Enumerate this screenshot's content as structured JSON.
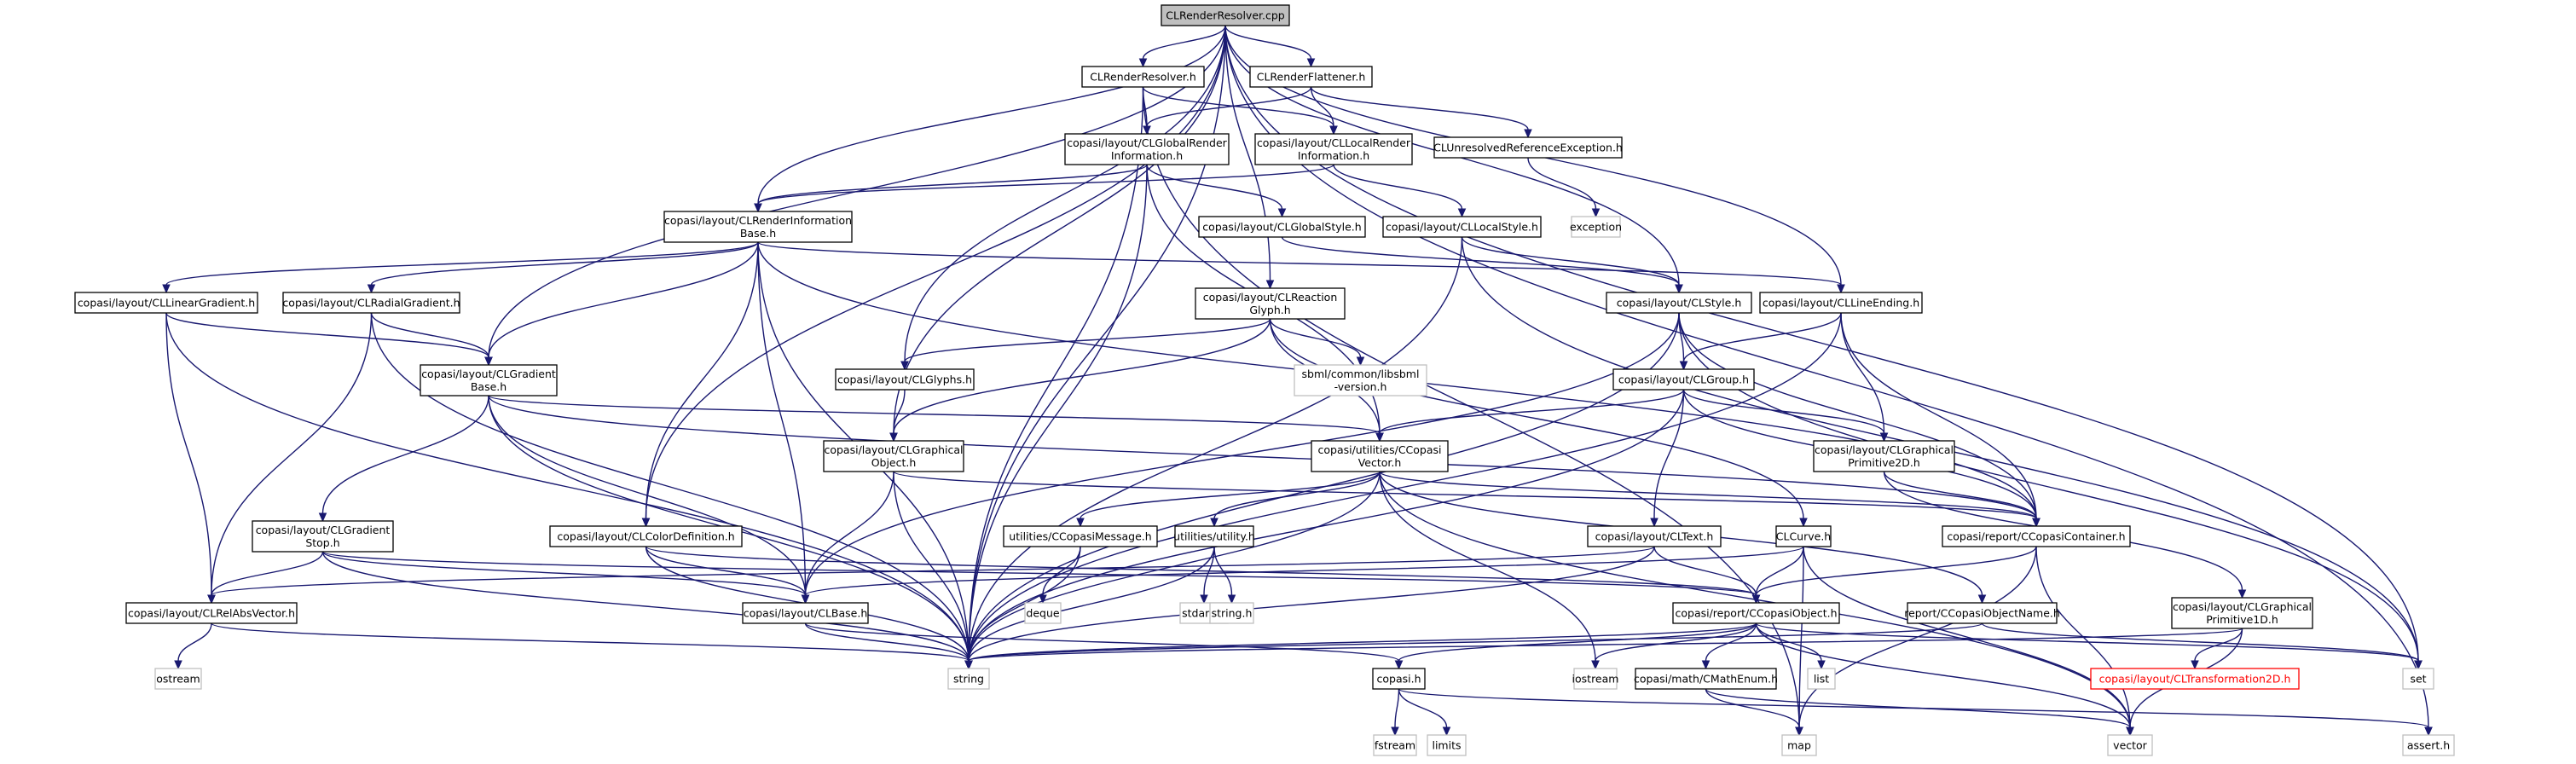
{
  "colors": {
    "edge": "#191970",
    "root_fill": "#bfbfbf",
    "system_border": "#bfbfbf",
    "missing": "#ff0000"
  },
  "nodes": [
    {
      "id": "root",
      "lines": [
        "CLRenderResolver.cpp"
      ],
      "kind": "root"
    },
    {
      "id": "resolver_h",
      "lines": [
        "CLRenderResolver.h"
      ],
      "kind": "internal"
    },
    {
      "id": "flattener_h",
      "lines": [
        "CLRenderFlattener.h"
      ],
      "kind": "internal"
    },
    {
      "id": "global_render_info",
      "lines": [
        "copasi/layout/CLGlobalRender",
        "Information.h"
      ],
      "kind": "internal"
    },
    {
      "id": "local_render_info",
      "lines": [
        "copasi/layout/CLLocalRender",
        "Information.h"
      ],
      "kind": "internal"
    },
    {
      "id": "unresolved_ex",
      "lines": [
        "CLUnresolvedReferenceException.h"
      ],
      "kind": "internal"
    },
    {
      "id": "exception",
      "lines": [
        "exception"
      ],
      "kind": "system"
    },
    {
      "id": "render_info_base",
      "lines": [
        "copasi/layout/CLRenderInformation",
        "Base.h"
      ],
      "kind": "internal"
    },
    {
      "id": "global_style",
      "lines": [
        "copasi/layout/CLGlobalStyle.h"
      ],
      "kind": "internal"
    },
    {
      "id": "local_style",
      "lines": [
        "copasi/layout/CLLocalStyle.h"
      ],
      "kind": "internal"
    },
    {
      "id": "linear_gradient",
      "lines": [
        "copasi/layout/CLLinearGradient.h"
      ],
      "kind": "internal"
    },
    {
      "id": "radial_gradient",
      "lines": [
        "copasi/layout/CLRadialGradient.h"
      ],
      "kind": "internal"
    },
    {
      "id": "reaction_glyph",
      "lines": [
        "copasi/layout/CLReaction",
        "Glyph.h"
      ],
      "kind": "internal"
    },
    {
      "id": "style_h",
      "lines": [
        "copasi/layout/CLStyle.h"
      ],
      "kind": "internal"
    },
    {
      "id": "line_ending",
      "lines": [
        "copasi/layout/CLLineEnding.h"
      ],
      "kind": "internal"
    },
    {
      "id": "gradient_base",
      "lines": [
        "copasi/layout/CLGradient",
        "Base.h"
      ],
      "kind": "internal"
    },
    {
      "id": "glyphs",
      "lines": [
        "copasi/layout/CLGlyphs.h"
      ],
      "kind": "internal"
    },
    {
      "id": "sbml_version",
      "lines": [
        "sbml/common/libsbml",
        "-version.h"
      ],
      "kind": "system"
    },
    {
      "id": "group_h",
      "lines": [
        "copasi/layout/CLGroup.h"
      ],
      "kind": "internal"
    },
    {
      "id": "graphical_object",
      "lines": [
        "copasi/layout/CLGraphical",
        "Object.h"
      ],
      "kind": "internal"
    },
    {
      "id": "copasi_vector",
      "lines": [
        "copasi/utilities/CCopasi",
        "Vector.h"
      ],
      "kind": "internal"
    },
    {
      "id": "graphical_prim2d",
      "lines": [
        "copasi/layout/CLGraphical",
        "Primitive2D.h"
      ],
      "kind": "internal"
    },
    {
      "id": "gradient_stop",
      "lines": [
        "copasi/layout/CLGradient",
        "Stop.h"
      ],
      "kind": "internal"
    },
    {
      "id": "color_definition",
      "lines": [
        "copasi/layout/CLColorDefinition.h"
      ],
      "kind": "internal"
    },
    {
      "id": "copasi_message",
      "lines": [
        "utilities/CCopasiMessage.h"
      ],
      "kind": "internal"
    },
    {
      "id": "utility_h",
      "lines": [
        "utilities/utility.h"
      ],
      "kind": "internal"
    },
    {
      "id": "text_h",
      "lines": [
        "copasi/layout/CLText.h"
      ],
      "kind": "internal"
    },
    {
      "id": "clcurve",
      "lines": [
        "CLCurve.h"
      ],
      "kind": "internal"
    },
    {
      "id": "copasi_container",
      "lines": [
        "copasi/report/CCopasiContainer.h"
      ],
      "kind": "internal"
    },
    {
      "id": "rel_abs_vector",
      "lines": [
        "copasi/layout/CLRelAbsVector.h"
      ],
      "kind": "internal"
    },
    {
      "id": "clbase",
      "lines": [
        "copasi/layout/CLBase.h"
      ],
      "kind": "internal"
    },
    {
      "id": "deque",
      "lines": [
        "deque"
      ],
      "kind": "system"
    },
    {
      "id": "stdarg",
      "lines": [
        "stdarg.h"
      ],
      "kind": "system"
    },
    {
      "id": "string_h",
      "lines": [
        "string.h"
      ],
      "kind": "system"
    },
    {
      "id": "copasi_object",
      "lines": [
        "copasi/report/CCopasiObject.h"
      ],
      "kind": "internal"
    },
    {
      "id": "object_name",
      "lines": [
        "report/CCopasiObjectName.h"
      ],
      "kind": "internal"
    },
    {
      "id": "graphical_prim1d",
      "lines": [
        "copasi/layout/CLGraphical",
        "Primitive1D.h"
      ],
      "kind": "internal"
    },
    {
      "id": "ostream",
      "lines": [
        "ostream"
      ],
      "kind": "system"
    },
    {
      "id": "string",
      "lines": [
        "string"
      ],
      "kind": "system"
    },
    {
      "id": "copasi_h",
      "lines": [
        "copasi.h"
      ],
      "kind": "internal"
    },
    {
      "id": "iostream",
      "lines": [
        "iostream"
      ],
      "kind": "system"
    },
    {
      "id": "math_enum",
      "lines": [
        "copasi/math/CMathEnum.h"
      ],
      "kind": "internal"
    },
    {
      "id": "list",
      "lines": [
        "list"
      ],
      "kind": "system"
    },
    {
      "id": "set",
      "lines": [
        "set"
      ],
      "kind": "system"
    },
    {
      "id": "transformation2d",
      "lines": [
        "copasi/layout/CLTransformation2D.h"
      ],
      "kind": "missing"
    },
    {
      "id": "fstream",
      "lines": [
        "fstream"
      ],
      "kind": "system"
    },
    {
      "id": "limits",
      "lines": [
        "limits"
      ],
      "kind": "system"
    },
    {
      "id": "map",
      "lines": [
        "map"
      ],
      "kind": "system"
    },
    {
      "id": "vector",
      "lines": [
        "vector"
      ],
      "kind": "system"
    },
    {
      "id": "assert",
      "lines": [
        "assert.h"
      ],
      "kind": "system"
    }
  ],
  "edges": [
    [
      "root",
      "resolver_h"
    ],
    [
      "root",
      "flattener_h"
    ],
    [
      "root",
      "render_info_base"
    ],
    [
      "root",
      "gradient_base"
    ],
    [
      "root",
      "color_definition"
    ],
    [
      "root",
      "graphical_object"
    ],
    [
      "root",
      "glyphs"
    ],
    [
      "root",
      "reaction_glyph"
    ],
    [
      "root",
      "style_h"
    ],
    [
      "root",
      "line_ending"
    ],
    [
      "root",
      "string"
    ],
    [
      "root",
      "set"
    ],
    [
      "root",
      "assert"
    ],
    [
      "resolver_h",
      "global_render_info"
    ],
    [
      "resolver_h",
      "local_render_info"
    ],
    [
      "resolver_h",
      "string"
    ],
    [
      "resolver_h",
      "map"
    ],
    [
      "flattener_h",
      "global_render_info"
    ],
    [
      "flattener_h",
      "local_render_info"
    ],
    [
      "flattener_h",
      "unresolved_ex"
    ],
    [
      "unresolved_ex",
      "exception"
    ],
    [
      "global_render_info",
      "render_info_base"
    ],
    [
      "global_render_info",
      "global_style"
    ],
    [
      "global_render_info",
      "copasi_vector"
    ],
    [
      "global_render_info",
      "string"
    ],
    [
      "local_render_info",
      "render_info_base"
    ],
    [
      "local_render_info",
      "local_style"
    ],
    [
      "global_style",
      "style_h"
    ],
    [
      "local_style",
      "style_h"
    ],
    [
      "local_style",
      "string"
    ],
    [
      "local_style",
      "set"
    ],
    [
      "render_info_base",
      "linear_gradient"
    ],
    [
      "render_info_base",
      "radial_gradient"
    ],
    [
      "render_info_base",
      "gradient_base"
    ],
    [
      "render_info_base",
      "line_ending"
    ],
    [
      "render_info_base",
      "color_definition"
    ],
    [
      "render_info_base",
      "copasi_container"
    ],
    [
      "render_info_base",
      "clbase"
    ],
    [
      "render_info_base",
      "string"
    ],
    [
      "linear_gradient",
      "gradient_base"
    ],
    [
      "linear_gradient",
      "rel_abs_vector"
    ],
    [
      "linear_gradient",
      "string"
    ],
    [
      "radial_gradient",
      "gradient_base"
    ],
    [
      "radial_gradient",
      "rel_abs_vector"
    ],
    [
      "radial_gradient",
      "string"
    ],
    [
      "gradient_base",
      "gradient_stop"
    ],
    [
      "gradient_base",
      "copasi_vector"
    ],
    [
      "gradient_base",
      "clbase"
    ],
    [
      "gradient_base",
      "copasi_container"
    ],
    [
      "gradient_base",
      "string"
    ],
    [
      "gradient_stop",
      "rel_abs_vector"
    ],
    [
      "gradient_stop",
      "clbase"
    ],
    [
      "gradient_stop",
      "copasi_object"
    ],
    [
      "gradient_stop",
      "string"
    ],
    [
      "reaction_glyph",
      "glyphs"
    ],
    [
      "reaction_glyph",
      "graphical_object"
    ],
    [
      "reaction_glyph",
      "sbml_version"
    ],
    [
      "reaction_glyph",
      "copasi_vector"
    ],
    [
      "reaction_glyph",
      "clcurve"
    ],
    [
      "glyphs",
      "graphical_object"
    ],
    [
      "graphical_object",
      "clbase"
    ],
    [
      "graphical_object",
      "copasi_container"
    ],
    [
      "graphical_object",
      "string"
    ],
    [
      "style_h",
      "group_h"
    ],
    [
      "style_h",
      "clbase"
    ],
    [
      "style_h",
      "copasi_container"
    ],
    [
      "style_h",
      "string"
    ],
    [
      "style_h",
      "set"
    ],
    [
      "line_ending",
      "group_h"
    ],
    [
      "line_ending",
      "graphical_prim2d"
    ],
    [
      "line_ending",
      "copasi_container"
    ],
    [
      "line_ending",
      "string"
    ],
    [
      "group_h",
      "graphical_prim2d"
    ],
    [
      "group_h",
      "text_h"
    ],
    [
      "group_h",
      "copasi_vector"
    ],
    [
      "group_h",
      "copasi_container"
    ],
    [
      "group_h",
      "string"
    ],
    [
      "graphical_prim2d",
      "graphical_prim1d"
    ],
    [
      "graphical_prim2d",
      "copasi_container"
    ],
    [
      "copasi_vector",
      "copasi_message"
    ],
    [
      "copasi_vector",
      "utility_h"
    ],
    [
      "copasi_vector",
      "copasi_container"
    ],
    [
      "copasi_vector",
      "object_name"
    ],
    [
      "copasi_vector",
      "string"
    ],
    [
      "copasi_vector",
      "iostream"
    ],
    [
      "copasi_vector",
      "vector"
    ],
    [
      "copasi_message",
      "deque"
    ],
    [
      "copasi_message",
      "string"
    ],
    [
      "utility_h",
      "stdarg"
    ],
    [
      "utility_h",
      "string_h"
    ],
    [
      "utility_h",
      "string"
    ],
    [
      "text_h",
      "rel_abs_vector"
    ],
    [
      "text_h",
      "copasi_object"
    ],
    [
      "text_h",
      "string"
    ],
    [
      "clcurve",
      "clbase"
    ],
    [
      "clcurve",
      "copasi_object"
    ],
    [
      "clcurve",
      "vector"
    ],
    [
      "clcurve",
      "map"
    ],
    [
      "color_definition",
      "clbase"
    ],
    [
      "color_definition",
      "copasi_object"
    ],
    [
      "color_definition",
      "string"
    ],
    [
      "copasi_container",
      "copasi_object"
    ],
    [
      "copasi_container",
      "map"
    ],
    [
      "copasi_container",
      "vector"
    ],
    [
      "rel_abs_vector",
      "ostream"
    ],
    [
      "rel_abs_vector",
      "string"
    ],
    [
      "clbase",
      "copasi_h"
    ],
    [
      "clbase",
      "string"
    ],
    [
      "copasi_object",
      "copasi_h"
    ],
    [
      "copasi_object",
      "math_enum"
    ],
    [
      "copasi_object",
      "list"
    ],
    [
      "copasi_object",
      "iostream"
    ],
    [
      "copasi_object",
      "set"
    ],
    [
      "copasi_object",
      "string"
    ],
    [
      "copasi_object",
      "vector"
    ],
    [
      "object_name",
      "string"
    ],
    [
      "object_name",
      "set"
    ],
    [
      "graphical_prim1d",
      "transformation2d"
    ],
    [
      "graphical_prim1d",
      "string"
    ],
    [
      "graphical_prim1d",
      "vector"
    ],
    [
      "math_enum",
      "map"
    ],
    [
      "math_enum",
      "vector"
    ],
    [
      "copasi_h",
      "fstream"
    ],
    [
      "copasi_h",
      "limits"
    ],
    [
      "copasi_h",
      "assert"
    ]
  ]
}
